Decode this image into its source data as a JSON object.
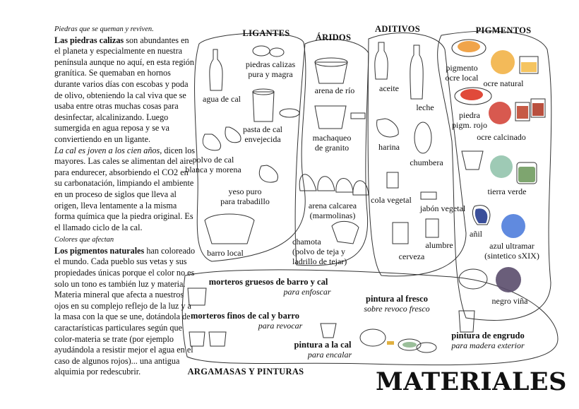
{
  "intro": {
    "limestone": {
      "subtitle": "Piedras que se queman y reviven.",
      "heading": "Las piedras calizas",
      "body1": " son abundantes en el planeta y especialmente en nuestra península aunque no aquí, en esta región granítica. Se quemaban en hornos durante varios días con escobas y poda de olivo, obteniendo la cal viva que se usaba entre otras muchas cosas para desinfectar, alcalinizando. Luego sumergida en agua reposa y se va conviertiendo en un ligante.",
      "quote": "La cal es joven a los cien años",
      "body2": ", dicen los mayores. Las cales se alimentan del aire para endurecer, absorbiendo el CO2 en su carbonatación, limpiando el ambiente en un proceso de siglos que lleva al origen, lleva lentamente a la misma forma química que la piedra original. Es el llamado ciclo de la cal."
    },
    "pigments": {
      "subtitle": "Colores que afectan",
      "heading": "Los pigmentos naturales",
      "body": " han coloreado el mundo. Cada pueblo sus vetas y sus propiedades únicas porque el color no es solo un tono es también luz y materia.  Materia mineral que afecta a nuestros ojos en su complejo reflejo de la luz y a la masa con la que se une, dotándola de caractarísticas particulares según que color-materia se trate (por ejemplo ayudándola a resistir mejor el agua en el caso de algunos rojos)...  una antigua alquimia por redescubrir."
    }
  },
  "sections": {
    "ligantes": "LIGANTES",
    "aridos": "ÁRIDOS",
    "aditivos": "ADITIVOS",
    "pigmentos": "PIGMENTOS",
    "argamasas": "ARGAMASAS Y PINTURAS"
  },
  "ligantes": {
    "piedras_1": "piedras calizas",
    "piedras_2": "pura y magra",
    "agua_cal": "agua de cal",
    "pasta_1": "pasta de cal",
    "pasta_2": "envejecida",
    "polvo_1": "polvo de cal",
    "polvo_2": "blanca y morena",
    "yeso_1": "yeso puro",
    "yeso_2": "para trabadillo",
    "barro": "barro local"
  },
  "aridos": {
    "arena_rio": "arena de río",
    "machaqueo_1": "machaqueo",
    "machaqueo_2": "de granito",
    "calcarea_1": "arena calcarea",
    "calcarea_2": "(marmolinas)",
    "chamota_1": "chamota",
    "chamota_2": "(polvo de teja y",
    "chamota_3": "ladrillo de tejar)"
  },
  "aditivos": {
    "aceite": "aceite",
    "leche": "leche",
    "harina": "harina",
    "chumbera": "chumbera",
    "cola": "cola vegetal",
    "jabon": "jabón vegetal",
    "alumbre": "alumbre",
    "cerveza": "cerveza"
  },
  "pigmentos": {
    "ocre_local_1": "pigmento",
    "ocre_local_2": "ocre local",
    "ocre_natural": "ocre natural",
    "rojo_1": "piedra",
    "rojo_2": "pigm. rojo",
    "ocre_calcinado": "ocre calcinado",
    "tierra_verde": "tierra verde",
    "anil": "añil",
    "ultramar_1": "azul ultramar",
    "ultramar_2": "(sintetico sXIX)",
    "negro": "negro viña",
    "colors": {
      "ocre_natural": "#f2b347",
      "ocre_calcinado": "#d4473c",
      "tierra_verde": "#93c4ad",
      "azul_ultramar": "#4f7ddc",
      "negro_vina": "#5a4d6b",
      "rojo": "#e04a3a"
    }
  },
  "argamasas": {
    "gruesos_t": "morteros gruesos de barro y cal",
    "gruesos_s": "para enfoscar",
    "finos_t": "morteros finos de cal y barro",
    "finos_s": "para revocar",
    "cal_t": "pintura a la cal",
    "cal_s": "para encalar",
    "fresco_t": "pintura al fresco",
    "fresco_s": "sobre revoco fresco",
    "engrudo_t": "pintura de engrudo",
    "engrudo_s": "para madera exterior"
  },
  "title": "MATERIALES"
}
